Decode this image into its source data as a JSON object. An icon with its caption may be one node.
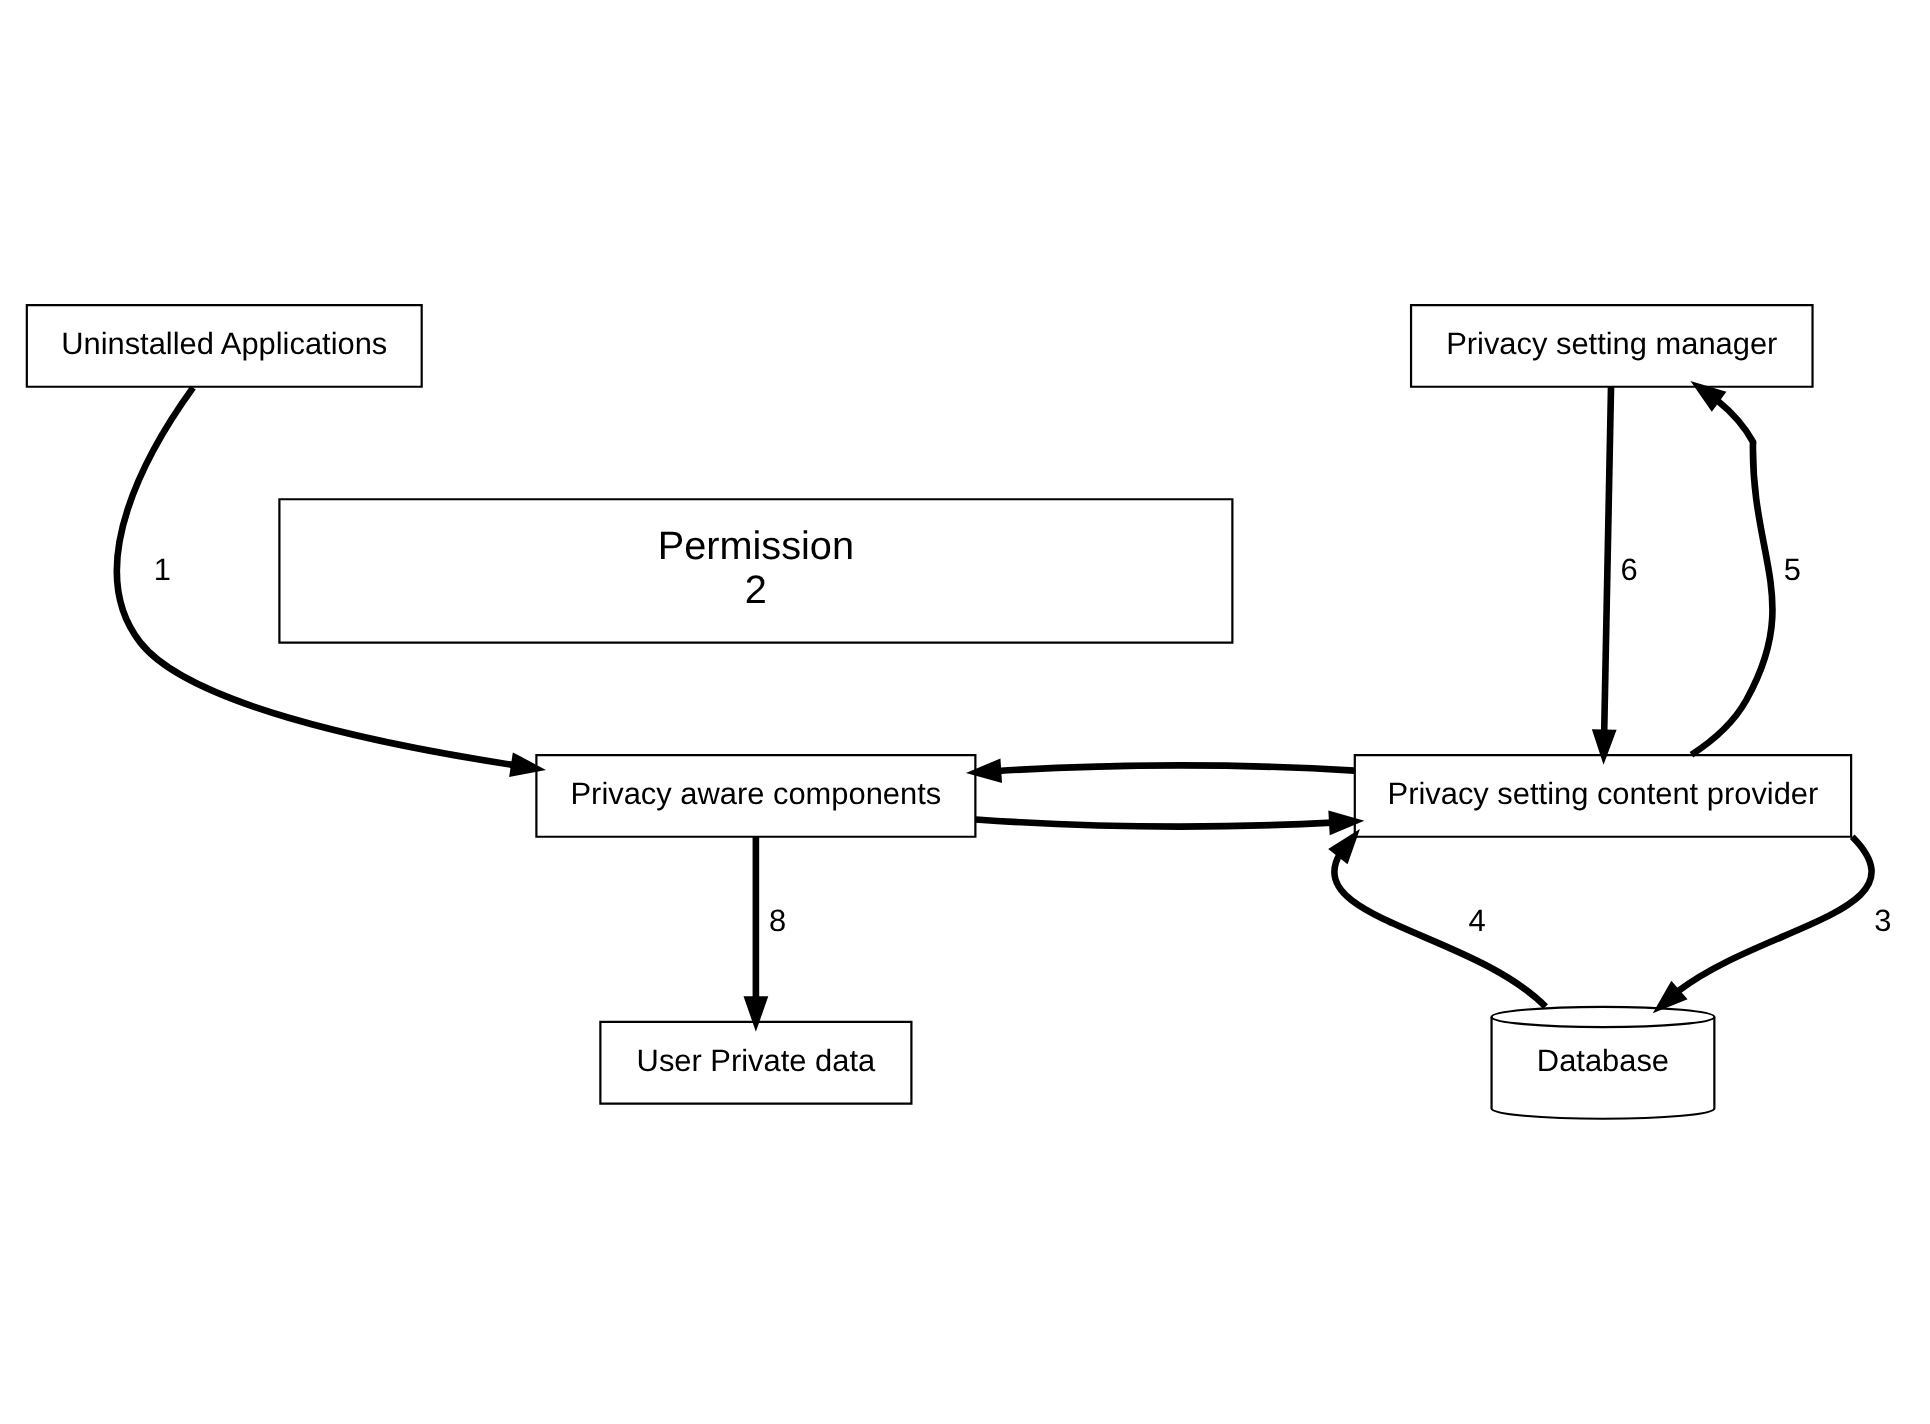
{
  "diagram": {
    "nodes": [
      {
        "text": [
          "Uninstalled Applications"
        ]
      },
      {
        "text": [
          "Privacy setting manager"
        ]
      },
      {
        "text": [
          "Permission",
          "2"
        ]
      },
      {
        "text": [
          "Privacy aware components"
        ]
      },
      {
        "text": [
          "Privacy setting content provider"
        ]
      },
      {
        "text": [
          "User Private data"
        ]
      },
      {
        "text": [
          "Database"
        ]
      }
    ],
    "edges": [
      {
        "from": 0,
        "to": 3,
        "arrow": "to",
        "label": "1"
      },
      {
        "from": 1,
        "to": 4,
        "arrow": "to",
        "label": "6"
      },
      {
        "from": 4,
        "to": 1,
        "arrow": "to",
        "label": "5"
      },
      {
        "from": 3,
        "to": 4,
        "arrow": "to"
      },
      {
        "from": 4,
        "to": 3,
        "arrow": "to"
      },
      {
        "from": 6,
        "to": 4,
        "arrow": "to",
        "label": "4"
      },
      {
        "from": 4,
        "to": 6,
        "arrow": "to",
        "label": "3"
      },
      {
        "from": 3,
        "to": 5,
        "arrow": "to",
        "label": "8"
      }
    ]
  }
}
